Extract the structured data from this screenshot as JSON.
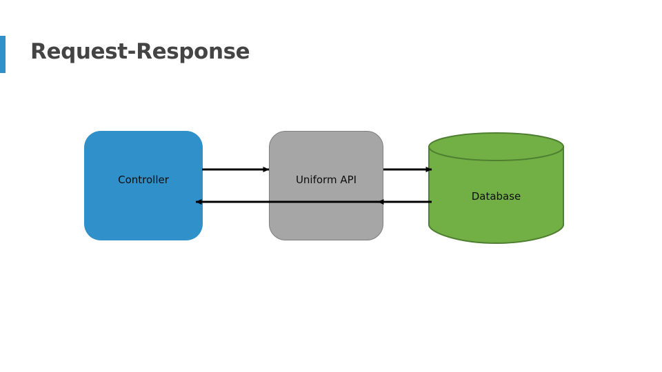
{
  "slide": {
    "title": "Request-Response",
    "accent_color": "#3091CA",
    "title_color": "#444444",
    "background_color": "#FFFFFF"
  },
  "diagram": {
    "type": "flow",
    "nodes": [
      {
        "id": "controller",
        "label": "Controller",
        "shape": "rounded-rectangle",
        "fill": "#3091CA",
        "text_color": "#0D0D0D"
      },
      {
        "id": "uniform-api",
        "label": "Uniform API",
        "shape": "rounded-rectangle",
        "fill": "#A6A6A6",
        "stroke": "#7D7D7D",
        "text_color": "#0D0D0D"
      },
      {
        "id": "database",
        "label": "Database",
        "shape": "cylinder",
        "fill": "#72B046",
        "stroke": "#4F7F30",
        "text_color": "#0D0D0D"
      }
    ],
    "connectors": [
      {
        "id": "controller-to-api",
        "from": "controller",
        "to": "uniform-api",
        "direction": "right",
        "color": "#000000"
      },
      {
        "id": "api-to-controller",
        "from": "uniform-api",
        "to": "controller",
        "direction": "left",
        "color": "#000000"
      },
      {
        "id": "api-to-database",
        "from": "uniform-api",
        "to": "database",
        "direction": "right",
        "color": "#000000"
      },
      {
        "id": "database-to-api",
        "from": "database",
        "to": "uniform-api",
        "direction": "left",
        "color": "#000000"
      }
    ]
  }
}
